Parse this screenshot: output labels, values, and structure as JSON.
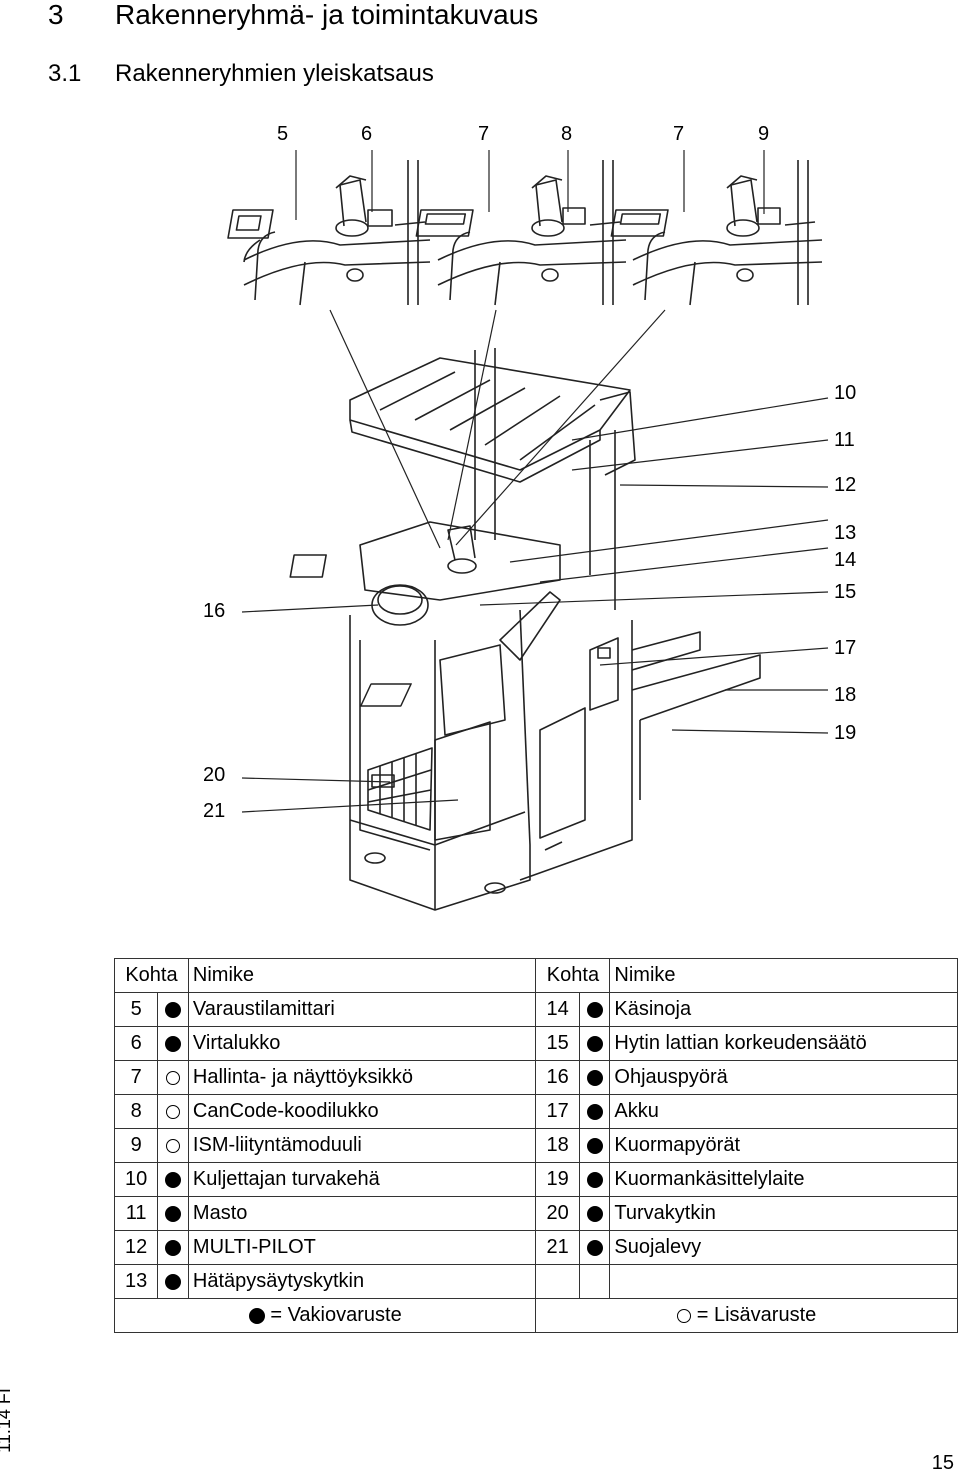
{
  "heading": {
    "number": "3",
    "title": "Rakenneryhmä- ja toimintakuvaus"
  },
  "subheading": {
    "number": "3.1",
    "title": "Rakenneryhmien yleiskatsaus"
  },
  "figure": {
    "top_callouts": [
      "5",
      "6",
      "7",
      "8",
      "7",
      "9"
    ],
    "right_callouts": [
      "10",
      "11",
      "12",
      "13",
      "14",
      "15",
      "17",
      "18",
      "19"
    ],
    "left_callouts": [
      "16",
      "20",
      "21"
    ]
  },
  "table": {
    "headers": {
      "item": "Kohta",
      "name": "Nimike"
    },
    "rows": [
      {
        "left": {
          "no": "5",
          "mark": "standard",
          "name": "Varaustilamittari"
        },
        "right": {
          "no": "14",
          "mark": "standard",
          "name": "Käsinoja"
        }
      },
      {
        "left": {
          "no": "6",
          "mark": "standard",
          "name": "Virtalukko"
        },
        "right": {
          "no": "15",
          "mark": "standard",
          "name": "Hytin lattian korkeudensäätö"
        }
      },
      {
        "left": {
          "no": "7",
          "mark": "optional",
          "name": "Hallinta- ja näyttöyksikkö"
        },
        "right": {
          "no": "16",
          "mark": "standard",
          "name": "Ohjauspyörä"
        }
      },
      {
        "left": {
          "no": "8",
          "mark": "optional",
          "name": "CanCode-koodilukko"
        },
        "right": {
          "no": "17",
          "mark": "standard",
          "name": "Akku"
        }
      },
      {
        "left": {
          "no": "9",
          "mark": "optional",
          "name": "ISM-liityntämoduuli"
        },
        "right": {
          "no": "18",
          "mark": "standard",
          "name": "Kuormapyörät"
        }
      },
      {
        "left": {
          "no": "10",
          "mark": "standard",
          "name": "Kuljettajan turvakehä"
        },
        "right": {
          "no": "19",
          "mark": "standard",
          "name": "Kuormankäsittelylaite"
        }
      },
      {
        "left": {
          "no": "11",
          "mark": "standard",
          "name": "Masto"
        },
        "right": {
          "no": "20",
          "mark": "standard",
          "name": "Turvakytkin"
        }
      },
      {
        "left": {
          "no": "12",
          "mark": "standard",
          "name": "MULTI-PILOT"
        },
        "right": {
          "no": "21",
          "mark": "standard",
          "name": "Suojalevy"
        }
      },
      {
        "left": {
          "no": "13",
          "mark": "standard",
          "name": "Hätäpysäytyskytkin"
        },
        "right": {
          "no": "",
          "mark": "",
          "name": ""
        }
      }
    ],
    "legend": {
      "standard": "= Vakiovaruste",
      "optional": "= Lisävaruste"
    }
  },
  "footer": {
    "edition": "11.14 FI",
    "page": "15"
  }
}
